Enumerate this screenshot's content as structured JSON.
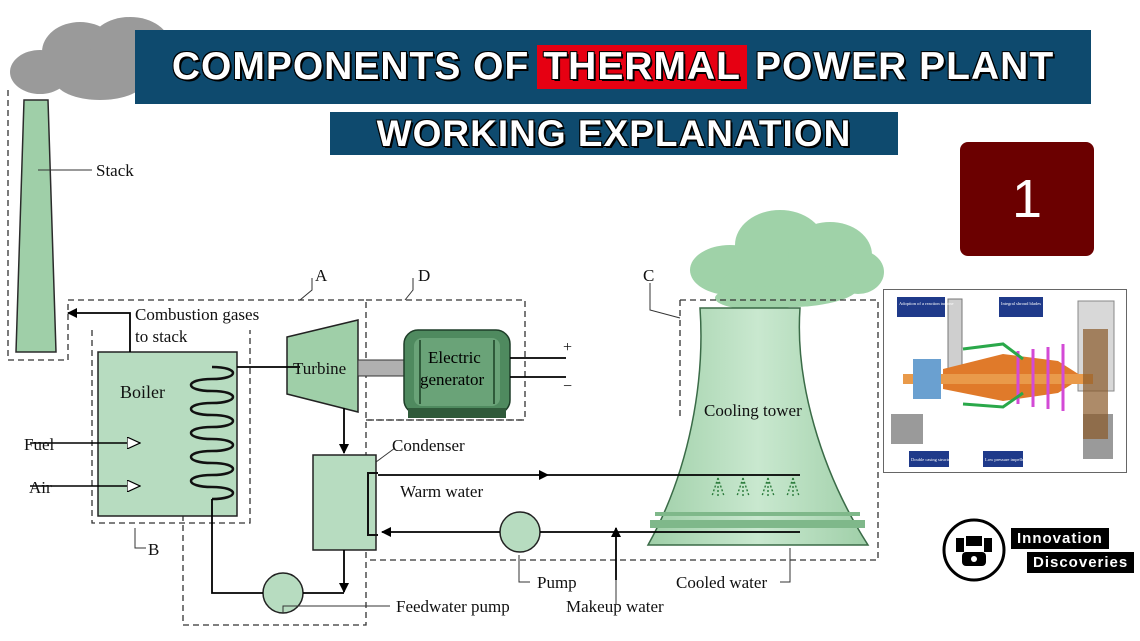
{
  "title": {
    "line1_before": "COMPONENTS OF",
    "line1_highlight": "THERMAL",
    "line1_after": "POWER PLANT",
    "line2": "WORKING EXPLANATION"
  },
  "badge": "1",
  "brand": {
    "line1": "Innovation",
    "line2": "Discoveries"
  },
  "colors": {
    "title_bg": "#0e4a6e",
    "highlight": "#e60012",
    "badge_bg": "#6b0000",
    "component_fill": "#b7dcc0",
    "cloud": "#9fd2a8"
  },
  "labels": {
    "stack": "Stack",
    "combustion": "Combustion gases",
    "to_stack": "to stack",
    "boiler": "Boiler",
    "fuel": "Fuel",
    "air": "Air",
    "turbine": "Turbine",
    "electric": "Electric",
    "generator": "generator",
    "plus": "+",
    "minus": "−",
    "condenser": "Condenser",
    "warm_water": "Warm water",
    "cooling_tower": "Cooling tower",
    "pump": "Pump",
    "cooled_water": "Cooled water",
    "feedwater_pump": "Feedwater pump",
    "makeup_water": "Makeup water",
    "region_a": "A",
    "region_b": "B",
    "region_c": "C",
    "region_d": "D"
  },
  "inset": {
    "callout1": "Adoption of a reaction turbine",
    "callout2": "Integral shroud blades",
    "callout3": "Double casing structure",
    "callout4": "Low pressure impeller"
  }
}
